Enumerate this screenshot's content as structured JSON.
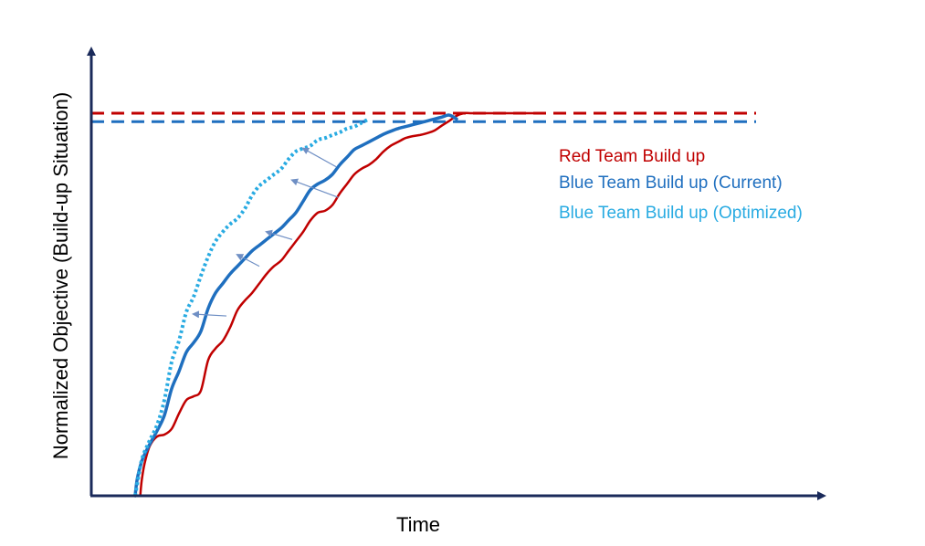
{
  "chart_data": {
    "type": "line",
    "title": "",
    "xlabel": "Time",
    "ylabel": "Normalized Objective (Build-up Situation)",
    "xlim": [
      0,
      100
    ],
    "ylim": [
      0,
      100
    ],
    "grid": false,
    "legend_position": "right",
    "targets": [
      {
        "name": "Red Team target",
        "y": 100,
        "x_end": 91,
        "color": "#c00000"
      },
      {
        "name": "Blue Team target",
        "y": 97.8,
        "x_end": 91,
        "color": "#1f6fbf"
      }
    ],
    "series": [
      {
        "name": "Red Team Build up",
        "color": "#c00000",
        "style": "solid",
        "x": [
          6.7,
          6.9,
          7.3,
          8.0,
          9.0,
          10.0,
          11.0,
          12.0,
          13.0,
          14.0,
          15.0,
          16.0,
          17.0,
          18.0,
          19.0,
          20.0,
          21.0,
          22.0,
          23.0,
          24.0,
          25.0,
          26.0,
          27.0,
          28.0,
          29.0,
          30.0,
          31.0,
          32.0,
          33.0,
          34.0,
          35.0,
          36.0,
          37.0,
          38.0,
          39.0,
          40.0,
          41.0,
          42.0,
          43.0,
          44.0,
          45.0,
          46.0,
          47.0,
          48.0,
          49.0,
          50.0,
          51.0,
          52.0,
          53.0,
          54.0,
          55.0,
          56.0,
          57.0,
          58.0,
          59.0,
          60.0,
          61.0
        ],
        "y": [
          0.0,
          4.0,
          8.5,
          13.0,
          15.5,
          16.0,
          17.5,
          21.5,
          25.0,
          26.0,
          27.5,
          35.5,
          38.5,
          40.5,
          44.0,
          48.5,
          51.0,
          53.0,
          55.5,
          58.0,
          60.0,
          61.5,
          64.0,
          66.5,
          69.0,
          72.0,
          74.0,
          74.5,
          76.0,
          79.0,
          81.5,
          84.0,
          85.5,
          86.5,
          88.0,
          90.0,
          91.5,
          92.5,
          93.5,
          94.0,
          94.3,
          94.8,
          95.5,
          96.8,
          98.0,
          99.3,
          100.0,
          100.0,
          100.0,
          100.0,
          100.0,
          100.0,
          100.0,
          100.0,
          100.0,
          100.0,
          100.0
        ]
      },
      {
        "name": "Blue Team Build up (Current)",
        "color": "#1f6fbf",
        "style": "solid",
        "x": [
          6.0,
          6.3,
          7.0,
          8.0,
          9.0,
          10.0,
          11.0,
          12.0,
          13.0,
          14.0,
          15.0,
          16.0,
          17.0,
          18.0,
          19.0,
          20.0,
          21.0,
          22.0,
          23.0,
          24.0,
          25.0,
          26.0,
          27.0,
          28.0,
          29.0,
          30.0,
          31.0,
          32.0,
          33.0,
          34.0,
          35.0,
          36.0,
          37.0,
          38.0,
          39.0,
          40.0,
          41.0,
          42.0,
          43.0,
          44.0,
          45.0,
          46.0,
          47.0,
          48.0,
          49.0,
          50.0
        ],
        "y": [
          0.0,
          4.5,
          9.5,
          13.5,
          17.0,
          21.0,
          28.0,
          32.5,
          37.5,
          40.0,
          43.0,
          49.0,
          53.0,
          55.5,
          58.0,
          60.0,
          62.0,
          64.0,
          65.5,
          67.0,
          68.5,
          70.0,
          72.0,
          74.0,
          77.0,
          80.0,
          81.5,
          82.5,
          84.0,
          86.5,
          88.5,
          90.5,
          91.5,
          92.5,
          93.5,
          94.5,
          95.3,
          96.0,
          96.5,
          97.0,
          97.5,
          98.0,
          98.5,
          99.0,
          99.5,
          98.5
        ]
      },
      {
        "name": "Blue Team Build up (Optimized)",
        "color": "#29abe2",
        "style": "dotted",
        "x": [
          6.0,
          6.5,
          7.0,
          8.0,
          9.0,
          10.0,
          11.0,
          12.0,
          13.0,
          14.0,
          15.0,
          16.0,
          17.0,
          18.0,
          19.0,
          20.0,
          21.0,
          22.0,
          23.0,
          24.0,
          25.0,
          26.0,
          27.0,
          28.0,
          29.0,
          30.0,
          31.0,
          32.0,
          33.0,
          34.0,
          35.0,
          36.0,
          37.0,
          38.0
        ],
        "y": [
          0.0,
          5.5,
          10.0,
          14.5,
          18.5,
          25.0,
          35.0,
          40.5,
          48.0,
          52.0,
          57.5,
          62.5,
          66.5,
          69.0,
          71.0,
          72.5,
          75.0,
          78.5,
          81.0,
          82.5,
          84.0,
          85.5,
          88.0,
          90.0,
          90.8,
          91.5,
          93.0,
          93.5,
          94.3,
          95.0,
          96.0,
          96.5,
          97.5,
          98.5
        ]
      }
    ],
    "arrows": [
      {
        "from": [
          33.5,
          86.0
        ],
        "to": [
          29.0,
          90.8
        ]
      },
      {
        "from": [
          33.8,
          78.0
        ],
        "to": [
          27.5,
          82.5
        ]
      },
      {
        "from": [
          27.5,
          67.0
        ],
        "to": [
          24.0,
          69.0
        ]
      },
      {
        "from": [
          23.0,
          60.0
        ],
        "to": [
          20.0,
          63.0
        ]
      },
      {
        "from": [
          18.5,
          47.0
        ],
        "to": [
          14.0,
          47.5
        ]
      }
    ]
  }
}
